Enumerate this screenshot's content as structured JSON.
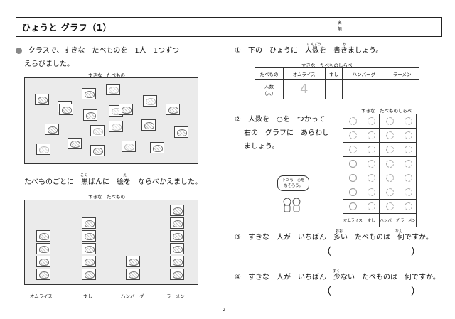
{
  "header": {
    "title": "ひょうと グラフ（1）",
    "name_label_line1": "名",
    "name_label_line2": "前"
  },
  "left": {
    "intro_line1": "クラスで、すきな　たべものを　1人　1つずつ",
    "intro_line2": "えらびました。",
    "board1_caption": "すきな　たべもの",
    "sort_sentence": "たべものごとに　黒ばんに　絵を　ならべかえました。",
    "sort_ruby_1": "こく",
    "sort_ruby_2": "え",
    "board2_caption": "すきな　たべもの",
    "categories": [
      "オムライス",
      "すし",
      "ハンバーグ",
      "ラーメン"
    ]
  },
  "right": {
    "q1": "①　下の　ひょうに　人数を　書きましょう。",
    "q1_ruby_1": "にんずう",
    "q1_ruby_2": "か",
    "table_caption": "すきな　たべものしらべ",
    "table_head_label": "たべもの",
    "table_foods": [
      "オムライス",
      "すし",
      "ハンバーグ",
      "ラーメン"
    ],
    "table_row_label_1": "人数",
    "table_row_label_2": "（人）",
    "table_values": [
      "4",
      "",
      "",
      ""
    ],
    "q2_line1": "②　人数を　○を　つかって",
    "q2_line2": "右の　グラフに　あらわし",
    "q2_line3": "ましょう。",
    "bubble_line1": "下から　○を",
    "bubble_line2": "なそろう。",
    "graph_caption": "すきな　たべものしらべ",
    "graph_labels": [
      "オムライス",
      "すし",
      "ハンバーグ",
      "ラーメン"
    ],
    "q3": "③　すきな　人が　いちばん　多い　たべものは　何ですか。",
    "q3_ruby_1": "おお",
    "q3_ruby_2": "なん",
    "q3_paren_open": "（",
    "q3_paren_close": "）",
    "q4": "④　すきな　人が　いちばん　少ない　たべものは　何ですか。",
    "q4_ruby_1": "すく",
    "q4_paren_open": "（",
    "q4_paren_close": "）"
  },
  "footer": {
    "page_number": "2"
  }
}
